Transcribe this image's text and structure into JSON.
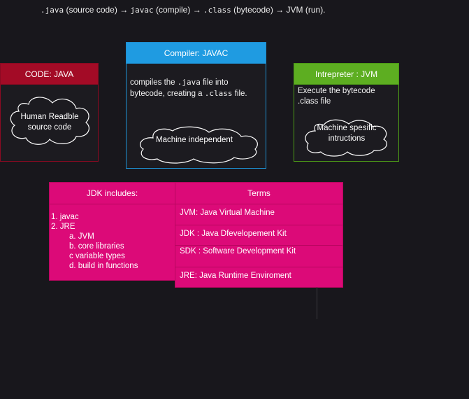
{
  "flow": {
    "ext_java": ".java",
    "source": "(source code)",
    "arrow": "→",
    "javac": "javac",
    "compile": "(compile)",
    "ext_class": ".class",
    "bytecode": "(bytecode)",
    "jvm_run": "JVM (run)."
  },
  "code_card": {
    "title": "CODE: JAVA",
    "cloud_line1": "Human Readble",
    "cloud_line2": "source code"
  },
  "compiler_card": {
    "title": "Compiler: JAVAC",
    "text_a": "compiles the ",
    "text_java": ".java",
    "text_b": " file into",
    "text_c": "bytecode, creating a ",
    "text_class": ".class",
    "text_d": " file.",
    "cloud": "Machine independent"
  },
  "jvm_card": {
    "title": "Intrepreter : JVM",
    "text_line1": "Execute the  bytecode",
    "text_line2": ".class file",
    "cloud_line1": "Machine spesific",
    "cloud_line2": "intructions"
  },
  "jdk_table": {
    "header": "JDK includes:",
    "items": [
      "1. javac",
      "2. JRE",
      "a. JVM",
      "b. core libraries",
      "c variable types",
      "d. build in functions"
    ]
  },
  "terms_table": {
    "header": "Terms",
    "rows": [
      "JVM:  Java Virtual Machine",
      "JDK : Java Dfevelopement Kit",
      "SDK : Software Development Kit",
      "JRE: Java Runtime Enviroment"
    ]
  },
  "colors": {
    "background": "#18171c",
    "code_red": "#a30b26",
    "compiler_blue": "#1f9be1",
    "jvm_green": "#5dae21",
    "table_pink": "#dc0a78"
  }
}
